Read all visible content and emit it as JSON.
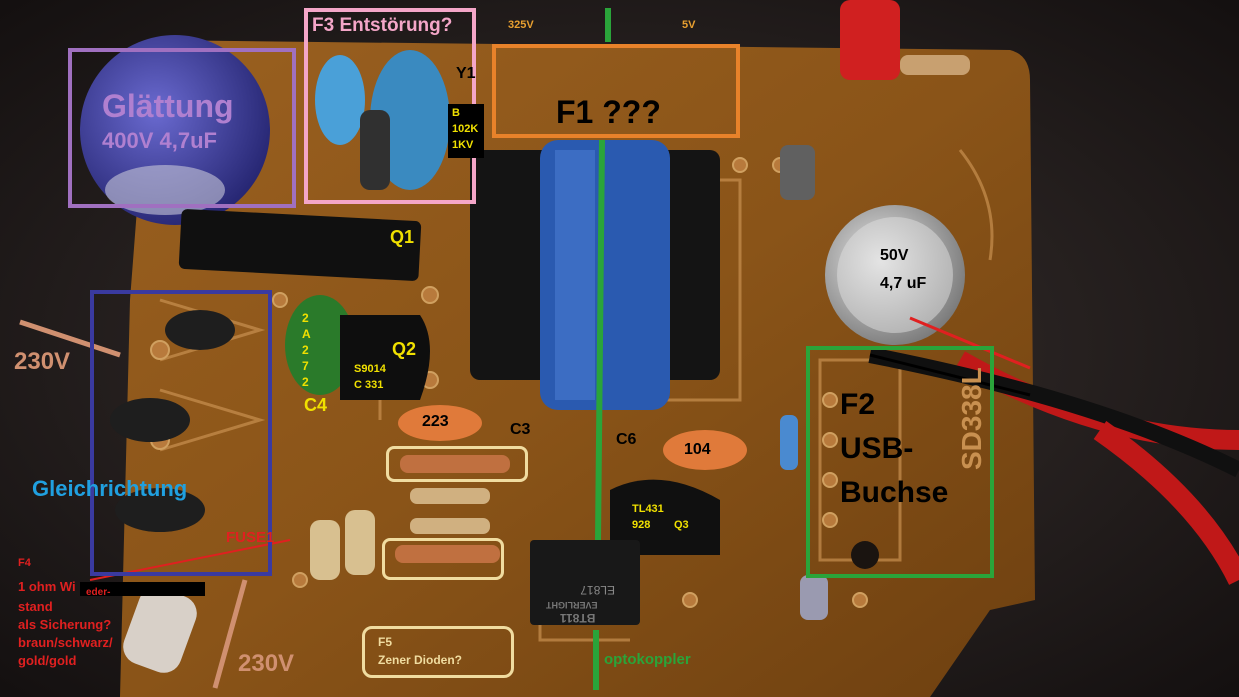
{
  "labels": {
    "glaettung_title": "Glättung",
    "glaettung_value": "400V 4,7uF",
    "f3": "F3 Entstörung?",
    "v325": "325V",
    "v5": "5V",
    "y1": "Y1",
    "cap_b": "B",
    "cap_102k": "102K",
    "cap_1kv": "1KV",
    "f1": "F1 ???",
    "q1": "Q1",
    "q2": "Q2",
    "s9014": "S9014",
    "c331": "C 331",
    "c4": "C4",
    "c4_marking": [
      "2",
      "A",
      "2",
      "7",
      "2"
    ],
    "cap_50v": "50V",
    "cap_47uf": "4,7 uF",
    "v230_left": "230V",
    "v230_bottom": "230V",
    "c223": "223",
    "c3": "C3",
    "c6": "C6",
    "c104": "104",
    "f2_line1": "F2",
    "f2_line2": "USB-",
    "f2_line3": "Buchse",
    "gleich": "Gleichrichtung",
    "fuse": "FUSE1",
    "tl431": "TL431",
    "n928": "928",
    "q3": "Q3",
    "f4": "F4",
    "f4_l1": "1 ohm Wi",
    "f4_l1b": "eder-",
    "f4_l2": "stand",
    "f4_l3": "als Sicherung?",
    "f4_l4": "braun/schwarz/",
    "f4_l5": "gold/gold",
    "f5_l1": "F5",
    "f5_l2": "Zener Dioden?",
    "opto": "optokoppler",
    "opto_marking_1": "EL817",
    "opto_marking_2": "EVERLIGHT",
    "opto_marking_3": "BT811",
    "pcb_silk": "SD338L"
  },
  "colors": {
    "pcb": "#8a5418",
    "purple": "#a070c0",
    "pink": "#f4a6c8",
    "orange": "#e8822a",
    "blue": "#3a3aa0",
    "green": "#2aa43a",
    "cream": "#f0dca0",
    "yellow": "#f0e000",
    "tan": "#d09070",
    "red": "#e02020"
  }
}
